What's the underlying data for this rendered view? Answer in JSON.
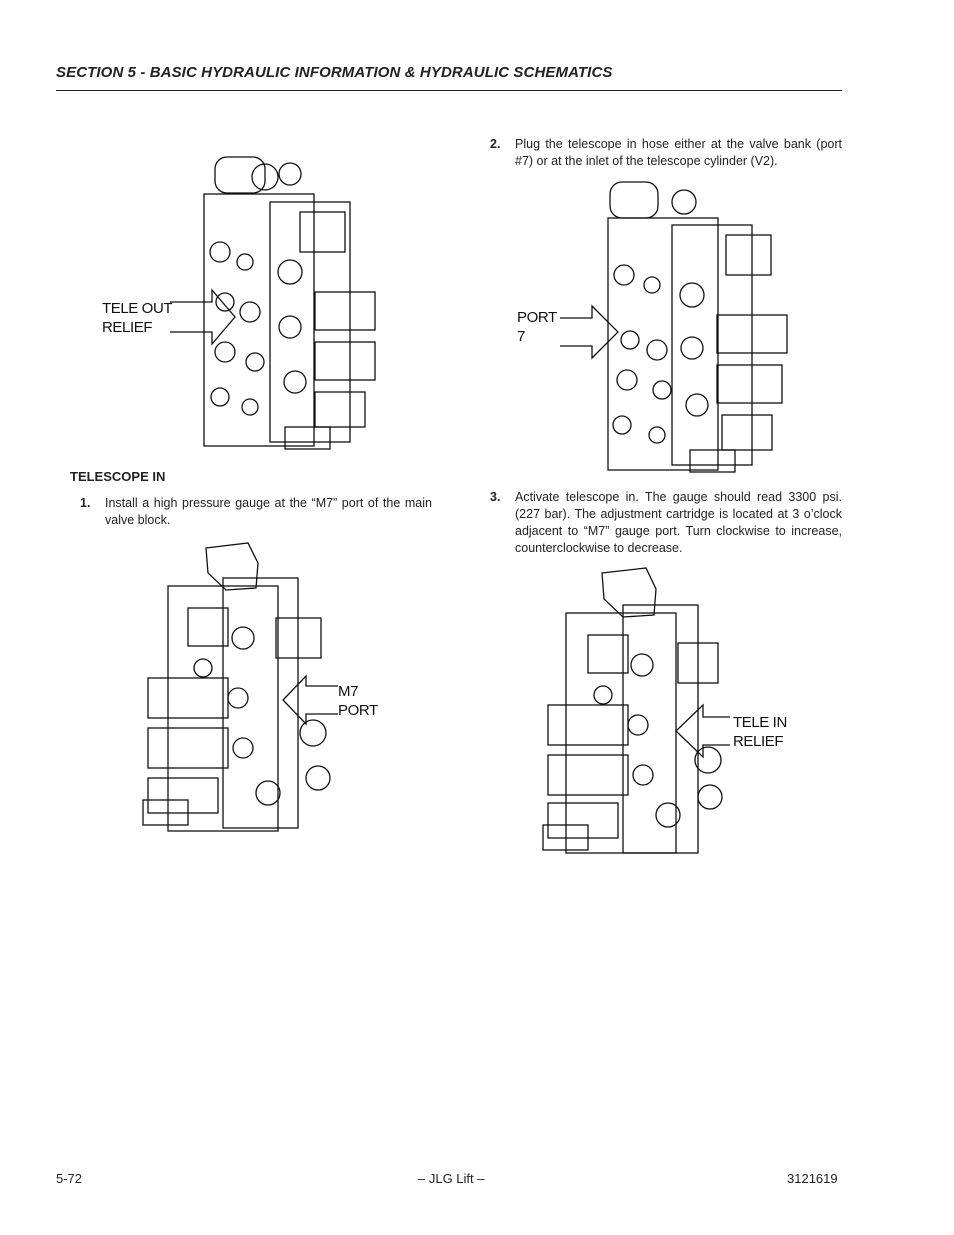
{
  "header": {
    "title": "SECTION 5 - BASIC HYDRAULIC INFORMATION & HYDRAULIC SCHEMATICS"
  },
  "section": {
    "heading": "TELESCOPE IN"
  },
  "steps": [
    {
      "num": "1.",
      "text": "Install a high pressure gauge at the “M7” port of the main valve block."
    },
    {
      "num": "2.",
      "text": "Plug the telescope in hose either at the valve bank (port #7) or at the inlet of the telescope cylinder (V2)."
    },
    {
      "num": "3.",
      "text": "Activate telescope in. The gauge should read 3300 psi. (227 bar). The adjustment cartridge is located at 3 o’clock adjacent to “M7” gauge port. Turn clockwise to increase, counterclockwise to decrease."
    }
  ],
  "figures": {
    "fig1": {
      "callout_line1": "TELE OUT",
      "callout_line2": "RELIEF"
    },
    "fig2": {
      "callout_line1": "PORT",
      "callout_line2": "7"
    },
    "fig3": {
      "callout_line1": "M7",
      "callout_line2": "PORT"
    },
    "fig4": {
      "callout_line1": "TELE IN",
      "callout_line2": "RELIEF"
    }
  },
  "footer": {
    "page": "5-72",
    "center": "– JLG Lift –",
    "doc_number": "3121619"
  }
}
